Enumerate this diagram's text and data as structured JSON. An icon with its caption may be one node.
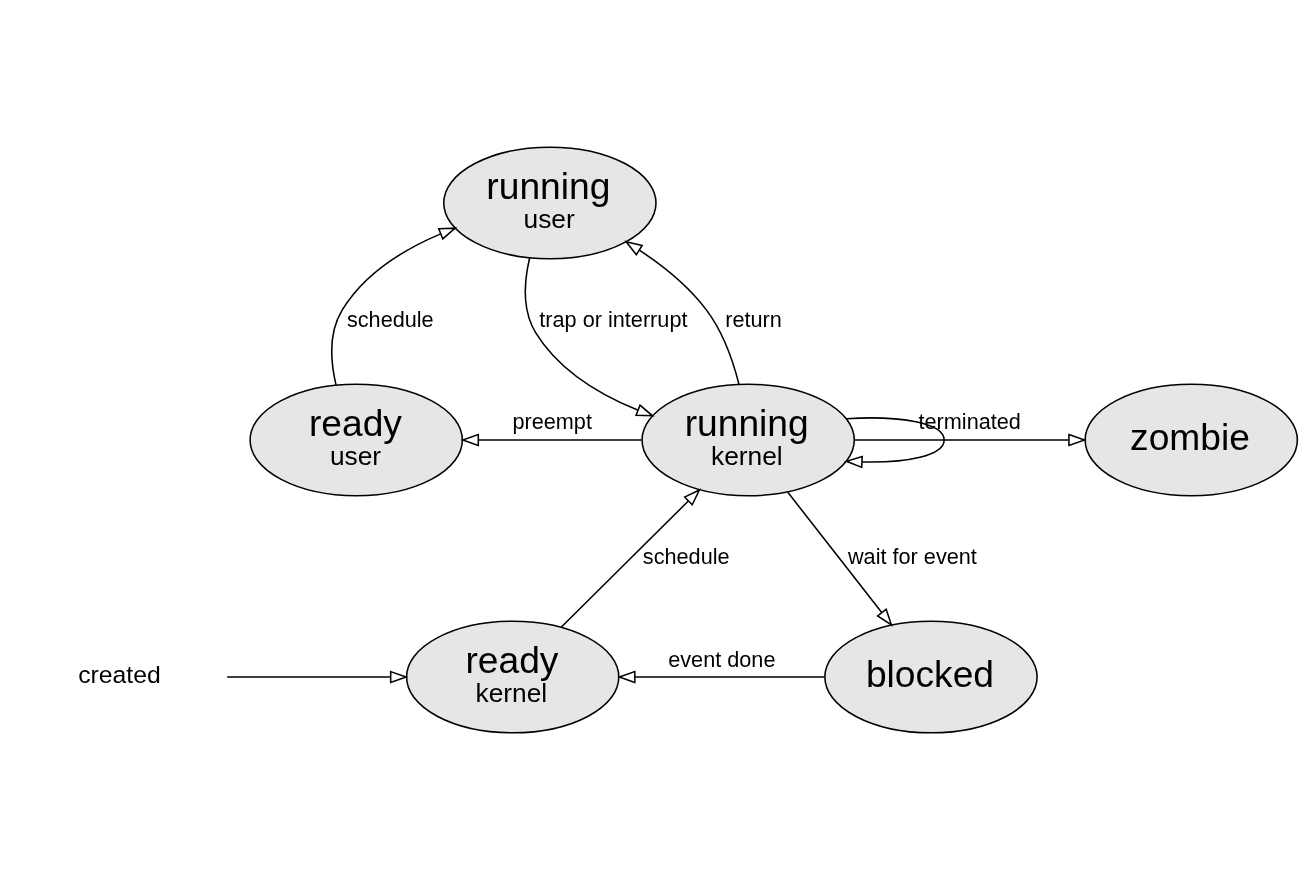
{
  "diagram": {
    "nodes": [
      {
        "text": [
          "running",
          "user"
        ]
      },
      {
        "text": [
          "ready",
          "user"
        ]
      },
      {
        "text": [
          "running",
          "kernel"
        ]
      },
      {
        "text": [
          "zombie"
        ]
      },
      {
        "text": [
          "ready",
          "kernel"
        ]
      },
      {
        "text": [
          "blocked"
        ]
      },
      {
        "text": [
          "created"
        ]
      }
    ],
    "edges": [
      {
        "from": 1,
        "to": 0,
        "arrow": "to",
        "label": "schedule"
      },
      {
        "from": 0,
        "to": 2,
        "arrow": "to",
        "label": "trap or interrupt"
      },
      {
        "from": 2,
        "to": 0,
        "arrow": "to",
        "label": "return"
      },
      {
        "from": 2,
        "to": 2,
        "arrow": "to"
      },
      {
        "from": 2,
        "to": 3,
        "arrow": "to",
        "label": "terminated"
      },
      {
        "from": 2,
        "to": 1,
        "arrow": "to",
        "label": "preempt"
      },
      {
        "from": 2,
        "to": 5,
        "arrow": "to",
        "label": "wait for event"
      },
      {
        "from": 5,
        "to": 4,
        "arrow": "to",
        "label": "event done"
      },
      {
        "from": 4,
        "to": 2,
        "arrow": "to",
        "label": "schedule"
      },
      {
        "from": 6,
        "to": 4,
        "arrow": "to"
      }
    ]
  }
}
